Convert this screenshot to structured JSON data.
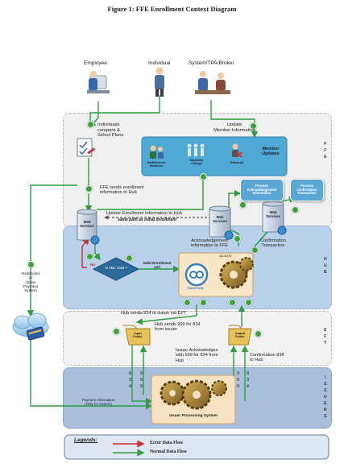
{
  "title": "Figure 1: FFE Enrollment Context Diagram",
  "actors": {
    "employee": "Employee",
    "individual": "Individual",
    "system": "System/TPA/Broker"
  },
  "zones": {
    "ffe": "F\nF\nE",
    "hub": "H\nU\nB",
    "eft": "E\nF\nT",
    "issuers": "I\nS\nS\nU\nE\nR\nS"
  },
  "labels": {
    "compare": "Individuals\ncompare &\nSelect Plans",
    "update_member": "Update\nMember Information",
    "member_updates": "Member\nUpdates",
    "add_remove": "Add/Remove\nMembers",
    "eligibility": "Eligibility\nChange",
    "disenroll": "Disenroll",
    "ffe_sends": "FFE sends enrollment\ninformation to Hub",
    "update_enrollment": "Update Enrollment Information to Hub",
    "same_path": "same path as initial enrollment",
    "web_services": "Web\nServices",
    "process_ack": "Process\nAcknowledgement\nInformation",
    "process_conf": "Process\nconfirmation\nTransaction",
    "ack_to_ffe": "Acknowledgement\ninformation to FFE",
    "conf_tx": "Confirmation\nTransaction",
    "is_xml_valid": "Is XML Valid ?",
    "no": "No",
    "valid_enrollment": "Valid Enrollment\nxml",
    "validate": "VALIDATE",
    "transform": "TRANSFORM",
    "redirected": "Redirected\nto\nOnline\nPayment\nSystem",
    "hub_sends_834": "Hub sends 834 to issuer via EFT",
    "hub_sends_999": "Hub sends 999 for 834\nfrom issuer",
    "input_folder": "Input\nFolder",
    "output_folder": "Output\nFolder",
    "issuer_ack": "Issuer Acknowledges\nwith 999 for 834 from\nHub",
    "conf_834": "Confirmation 834\nto Hub",
    "num_834_a": "8\n3\n4",
    "num_999_a": "9\n9\n9",
    "num_999_b": "9\n9\n9",
    "num_834_b": "8\n3\n4",
    "payment": "Payment Information\n(Only for Issuers)",
    "issuer_processing": "Issuer Processing System"
  },
  "legend": {
    "title": "Legends:",
    "error": "Error Data Flow",
    "normal": "Normal Data Flow"
  },
  "colors": {
    "normal_flow": "#2e9e3e",
    "error_flow": "#d42a2a",
    "hub_zone": "#bcd3ea",
    "ffe_zone": "#ececec",
    "issuer_zone": "#9fb7d6",
    "process_bubble": "#5aa7d6"
  }
}
